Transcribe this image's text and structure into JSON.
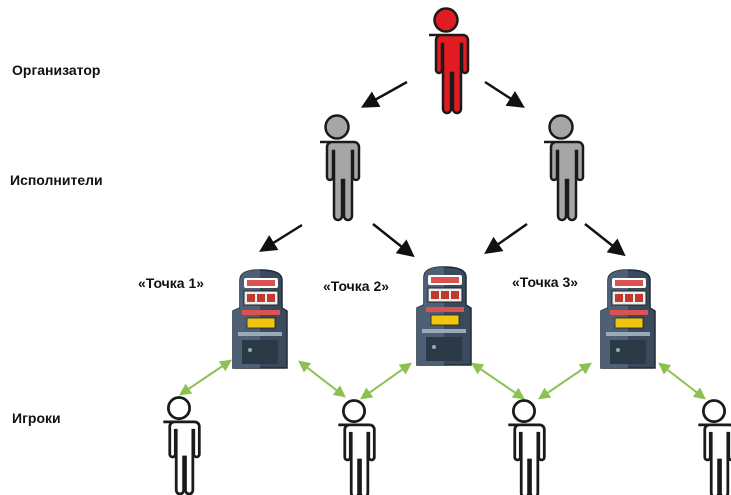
{
  "labels": {
    "organizer": "Организатор",
    "executors": "Исполнители",
    "players": "Игроки"
  },
  "points": [
    {
      "label": "«Точка 1»"
    },
    {
      "label": "«Точка 2»"
    },
    {
      "label": "«Точка 3»"
    }
  ],
  "colors": {
    "organizer": "#e01b22",
    "executor": "#a6a6a6",
    "player": "#ffffff",
    "hierarchy_arrow": "#111111",
    "player_link": "#8cc152",
    "machine_body": "#3a4a5c"
  },
  "icons": {
    "person": "person-icon",
    "machine": "slot-machine-icon"
  }
}
